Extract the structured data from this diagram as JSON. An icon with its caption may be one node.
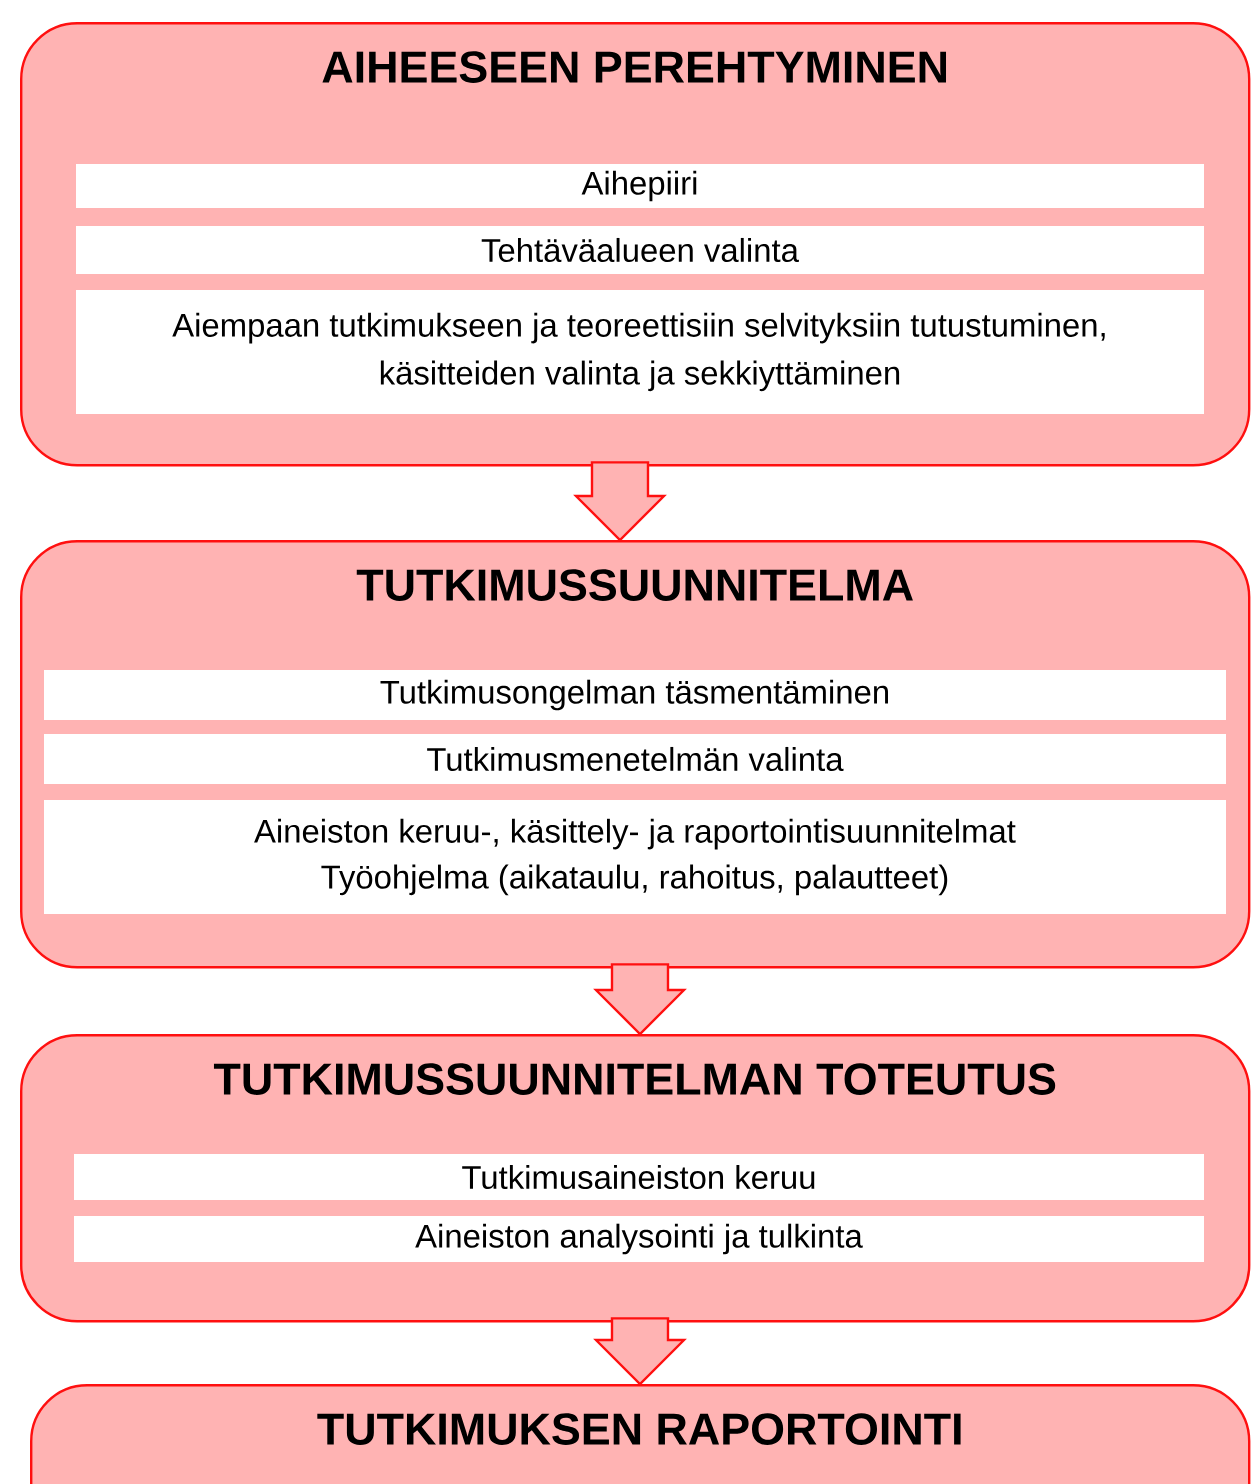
{
  "diagram": {
    "nodes": [
      {
        "text": [
          "AIHEESEEN PEREHTYMINEN"
        ]
      },
      {
        "text": [
          "Aihepiiri"
        ],
        "in": 0
      },
      {
        "text": [
          "Tehtäväalueen valinta"
        ],
        "in": 0
      },
      {
        "text": [
          "Aiempaan tutkimukseen ja teoreettisiin selvityksiin tutustuminen, käsitteiden valinta ja sekkiyttäminen"
        ],
        "in": 0
      },
      {
        "text": [
          "TUTKIMUSSUUNNITELMA"
        ]
      },
      {
        "text": [
          "Tutkimusongelman täsmentäminen"
        ],
        "in": 4
      },
      {
        "text": [
          "Tutkimusmenetelmän valinta"
        ],
        "in": 4
      },
      {
        "text": [
          "Aineiston keruu-, käsittely- ja raportointisuunnitelmat",
          "Työohjelma (aikataulu, rahoitus, palautteet)"
        ],
        "in": 4
      },
      {
        "text": [
          "TUTKIMUSSUUNNITELMAN TOTEUTUS"
        ]
      },
      {
        "text": [
          "Tutkimusaineiston keruu"
        ],
        "in": 8
      },
      {
        "text": [
          "Aineiston analysointi ja tulkinta"
        ],
        "in": 8
      },
      {
        "text": [
          "TUTKIMUKSEN RAPORTOINTI"
        ]
      }
    ],
    "edges": [
      {
        "from": 0,
        "to": 4,
        "arrow": "to"
      },
      {
        "from": 4,
        "to": 8,
        "arrow": "to"
      },
      {
        "from": 8,
        "to": 11,
        "arrow": "to"
      }
    ]
  }
}
